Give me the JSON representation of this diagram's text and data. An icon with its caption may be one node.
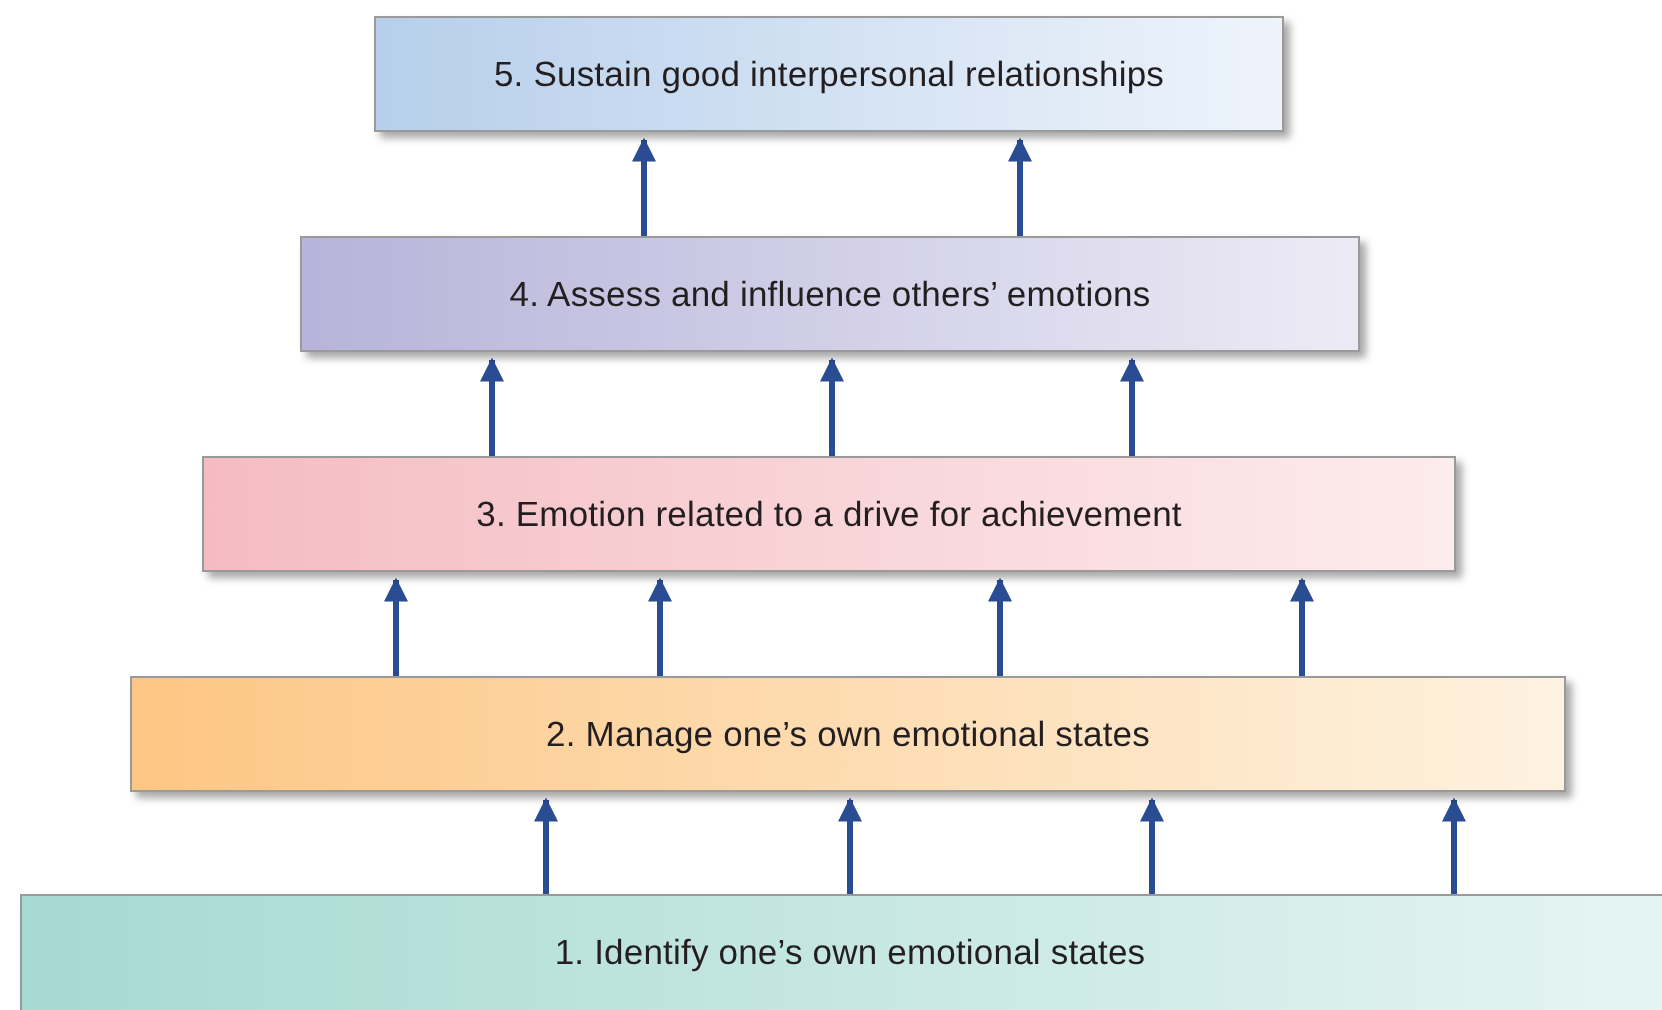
{
  "diagram": {
    "nodes": [
      {
        "text": [
          "5. Sustain good interpersonal relationships"
        ]
      },
      {
        "text": [
          "4. Assess and influence others’ emotions"
        ]
      },
      {
        "text": [
          "3. Emotion related to a drive for achievement"
        ]
      },
      {
        "text": [
          "2. Manage one’s own emotional states"
        ]
      },
      {
        "text": [
          "1. Identify one’s own emotional states"
        ]
      }
    ],
    "edges": [
      {
        "from": 4,
        "to": 3,
        "arrow": "to"
      },
      {
        "from": 4,
        "to": 3,
        "arrow": "to"
      },
      {
        "from": 4,
        "to": 3,
        "arrow": "to"
      },
      {
        "from": 4,
        "to": 3,
        "arrow": "to"
      },
      {
        "from": 3,
        "to": 2,
        "arrow": "to"
      },
      {
        "from": 3,
        "to": 2,
        "arrow": "to"
      },
      {
        "from": 3,
        "to": 2,
        "arrow": "to"
      },
      {
        "from": 3,
        "to": 2,
        "arrow": "to"
      },
      {
        "from": 2,
        "to": 1,
        "arrow": "to"
      },
      {
        "from": 2,
        "to": 1,
        "arrow": "to"
      },
      {
        "from": 2,
        "to": 1,
        "arrow": "to"
      },
      {
        "from": 1,
        "to": 0,
        "arrow": "to"
      },
      {
        "from": 1,
        "to": 0,
        "arrow": "to"
      }
    ]
  }
}
